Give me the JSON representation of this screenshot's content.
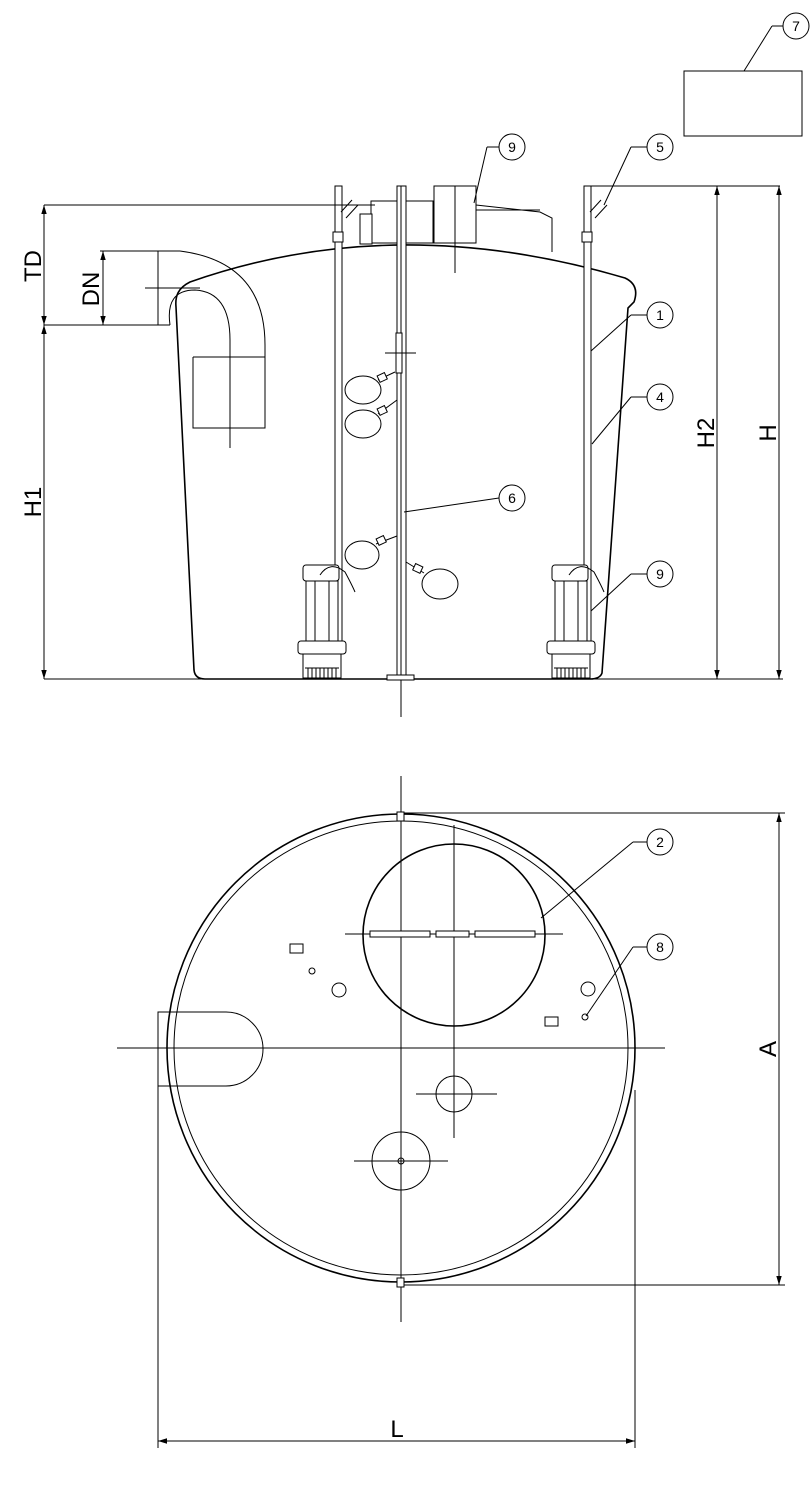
{
  "drawing": {
    "dimension_labels": {
      "td": "TD",
      "dn": "DN",
      "h1": "H1",
      "h2": "H2",
      "h": "H",
      "a": "A",
      "l": "L"
    },
    "callouts": {
      "c1": "1",
      "c2": "2",
      "c4": "4",
      "c5": "5",
      "c6": "6",
      "c7": "7",
      "c8": "8",
      "c9_top": "9",
      "c9_pump": "9"
    }
  }
}
